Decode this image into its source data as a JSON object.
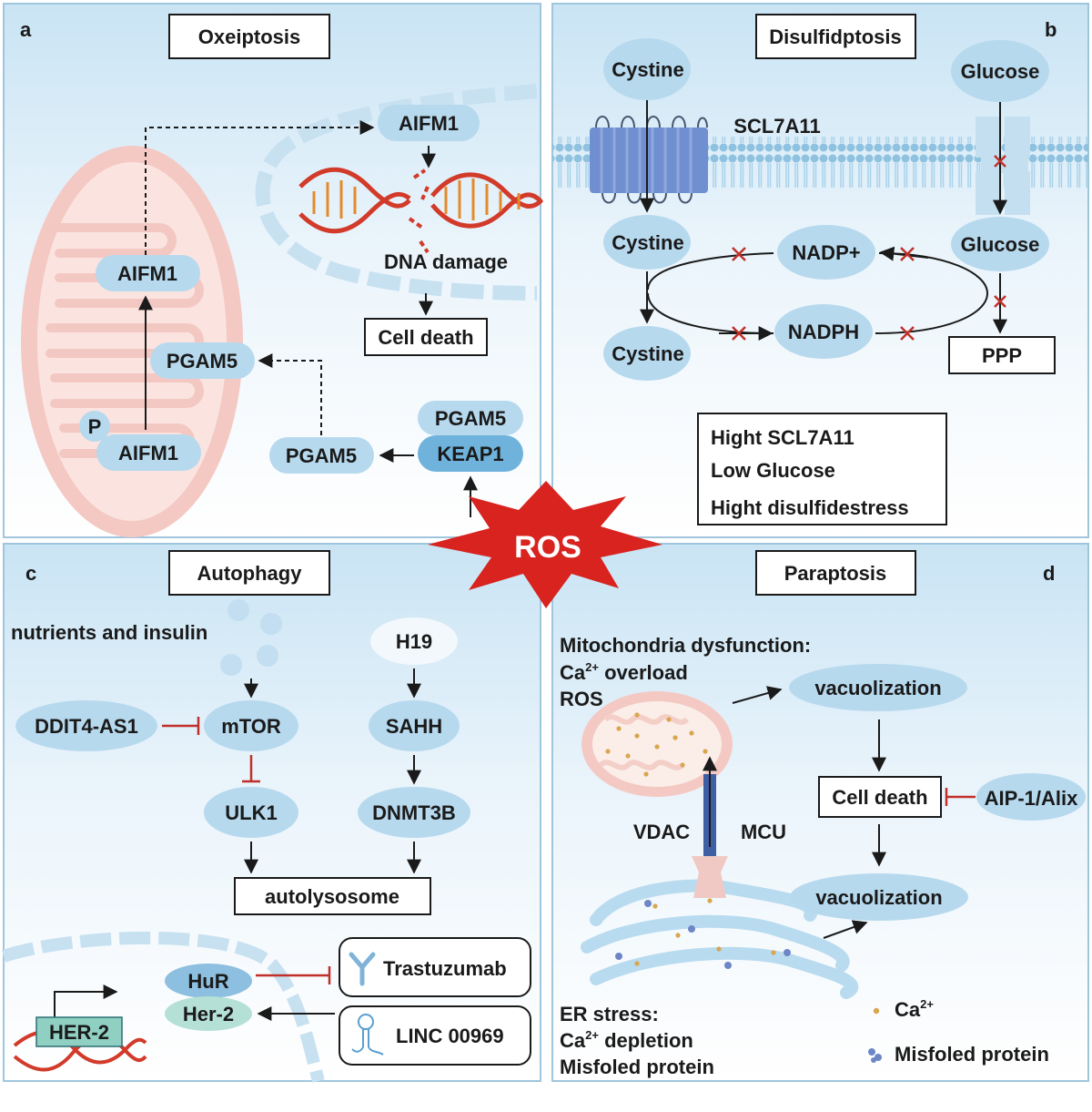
{
  "panels": {
    "a": {
      "letter": "a",
      "title": "Oxeiptosis",
      "aifm1_nucleus": "AIFM1",
      "aifm1_mito": "AIFM1",
      "pgam5_mito": "PGAM5",
      "phospho": "P",
      "aifm1_bottom": "AIFM1",
      "pgam5_cyto": "PGAM5",
      "pgam5_top": "PGAM5",
      "keap1": "KEAP1",
      "dna_damage": "DNA damage",
      "cell_death": "Cell death"
    },
    "b": {
      "letter": "b",
      "title": "Disulfidptosis",
      "cystine_out": "Cystine",
      "glucose_out": "Glucose",
      "transporter": "SCL7A11",
      "cystine_in": "Cystine",
      "glucose_in": "Glucose",
      "nadp": "NADP+",
      "nadph": "NADPH",
      "cystine_bottom": "Cystine",
      "ppp": "PPP",
      "conditions": [
        "Hight SCL7A11",
        "Low Glucose",
        "Hight disulfidestress"
      ]
    },
    "c": {
      "letter": "c",
      "title": "Autophagy",
      "nutrients": "nutrients and insulin",
      "h19": "H19",
      "ddit4": "DDIT4-AS1",
      "mtor": "mTOR",
      "sahh": "SAHH",
      "ulk1": "ULK1",
      "dnmt3b": "DNMT3B",
      "autolysosome": "autolysosome",
      "hur": "HuR",
      "her2_protein": "Her-2",
      "her2_gene": "HER-2",
      "trastuzumab": "Trastuzumab",
      "linc": "LINC 00969"
    },
    "d": {
      "letter": "d",
      "title": "Paraptosis",
      "mito_title": "Mitochondria dysfunction:",
      "ca_overload_base": "Ca",
      "ca_overload_sup": "2+",
      "ca_overload_rest": " overload",
      "ros_line": "ROS",
      "vacuolization_top": "vacuolization",
      "cell_death": "Cell death",
      "aip": "AIP-1/Alix",
      "vacuolization_bottom": "vacuolization",
      "vdac": "VDAC",
      "mcu": "MCU",
      "er_title": "ER stress:",
      "ca_depletion_base": "Ca",
      "ca_depletion_sup": "2+",
      "ca_depletion_rest": " depletion",
      "misfolded_line": "Misfoled protein",
      "legend_ca_base": "Ca",
      "legend_ca_sup": "2+",
      "legend_misfolded": "Misfoled protein"
    }
  },
  "center": {
    "ros": "ROS"
  },
  "colors": {
    "node": "#b7d9ee",
    "inhibit": "#c0302a",
    "ros_star": "#d8231f",
    "mito_outer": "#f4c9c4",
    "dna_red": "#d23a2a",
    "dna_orange": "#e58a2c"
  }
}
